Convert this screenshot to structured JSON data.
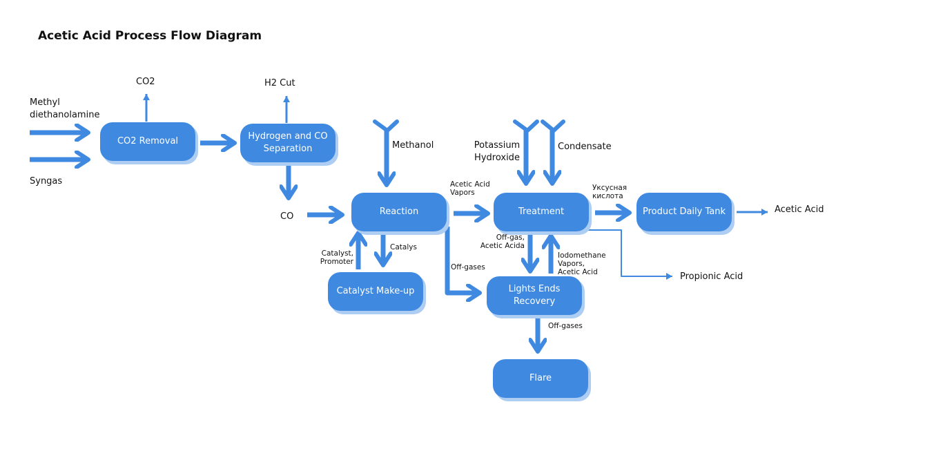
{
  "title": "Acetic Acid Process Flow Diagram",
  "colors": {
    "node_fill": "#3f8ae0",
    "node_shadow": "#aecdf2",
    "arrow": "#3f8ae0",
    "text": "#111111"
  },
  "nodes": {
    "co2_removal": "CO2 Removal",
    "h2_co_separation": "Hydrogen and CO Separation",
    "reaction": "Reaction",
    "catalyst_makeup": "Catalyst Make-up",
    "treatment": "Treatment",
    "lights_ends_recovery": "Lights Ends Recovery",
    "product_daily_tank": "Product Daily Tank",
    "flare": "Flare"
  },
  "labels": {
    "methyl_diethanolamine": "Methyl\ndiethanolamine",
    "syngas": "Syngas",
    "co2": "CO2",
    "h2_cut": "H2 Cut",
    "co": "CO",
    "methanol": "Methanol",
    "acetic_acid_vapors": "Acetic Acid\nVapors",
    "catalyst_promoter": "Catalyst,\nPromoter",
    "catalys": "Catalys",
    "off_gases_reaction": "Off-gases",
    "potassium_hydroxide": "Potassium\nHydroxide",
    "condensate": "Condensate",
    "off_gas_acetic_acida": "Off-gas,\nAcetic Acida",
    "iodomethane_vapors": "Iodomethane\nVapors,\nAcetic Acid",
    "off_gases_flare": "Off-gases",
    "uksusnaya_kislota": "Уксусная\nкислота",
    "acetic_acid": "Acetic Acid",
    "propionic_acid": "Propionic Acid"
  }
}
